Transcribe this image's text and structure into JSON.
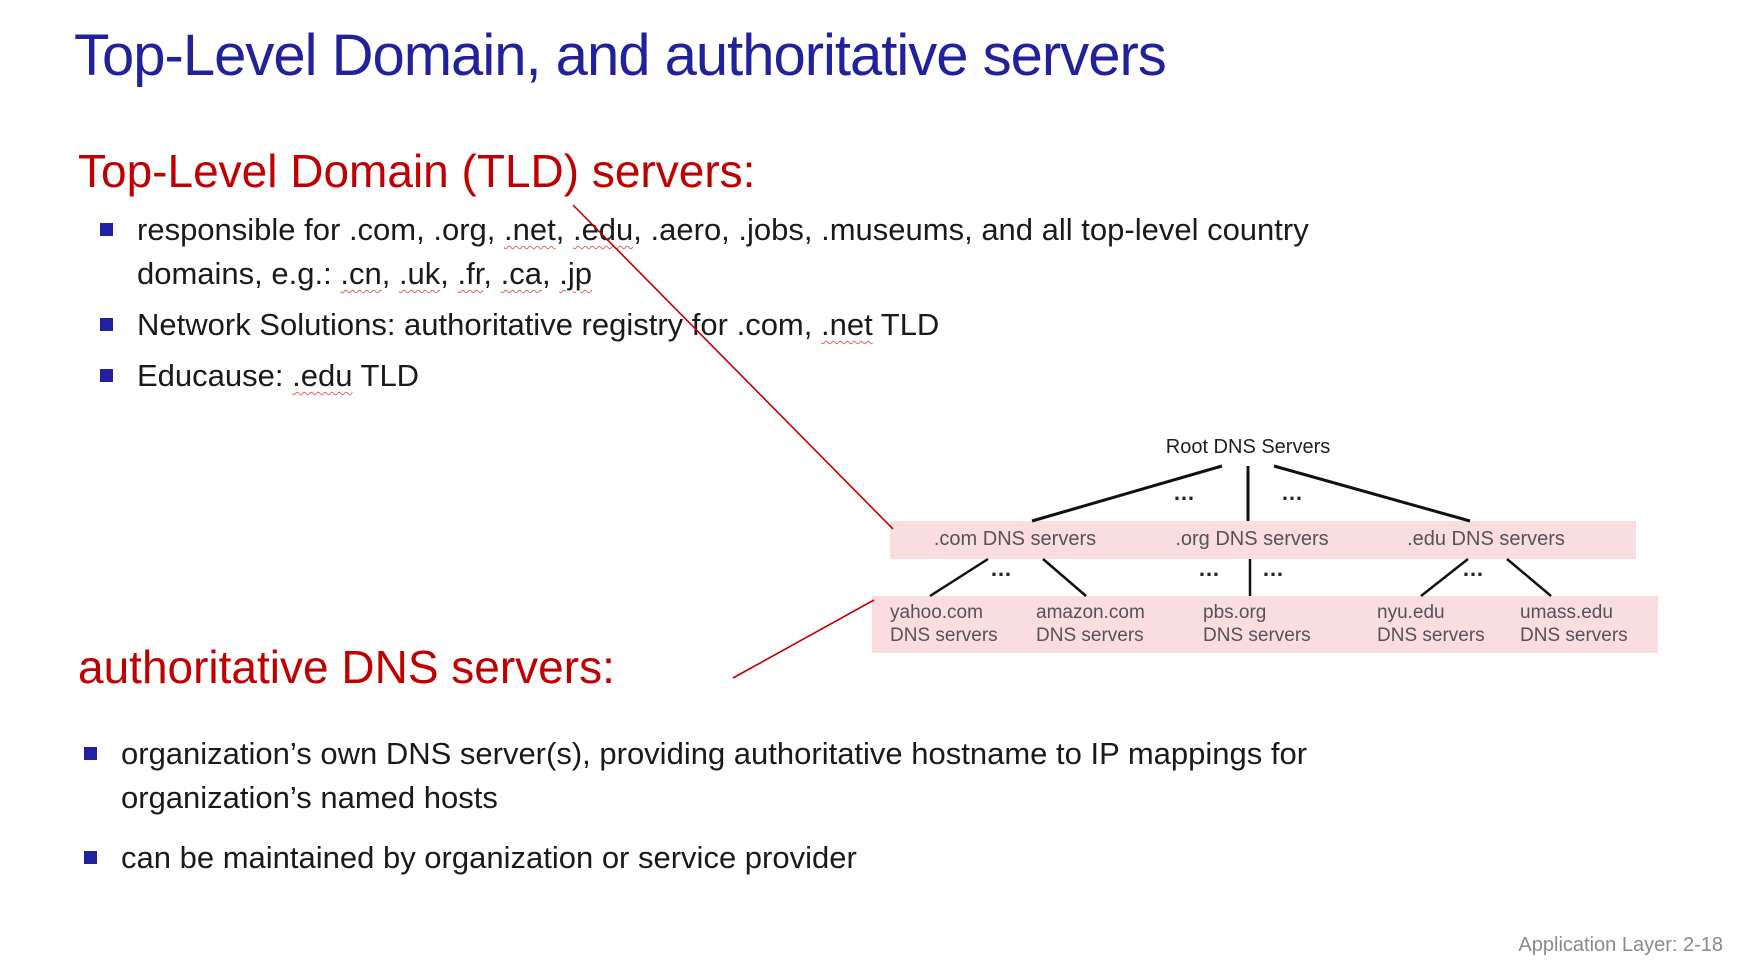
{
  "slide": {
    "title": "Top-Level Domain, and authoritative servers",
    "footer": "Application Layer: 2-18"
  },
  "tld_section": {
    "heading": "Top-Level Domain (TLD) servers:",
    "bullets": [
      {
        "segments": [
          {
            "t": "responsible for .com, .org, "
          },
          {
            "t": ".net",
            "u": true
          },
          {
            "t": ", "
          },
          {
            "t": ".edu",
            "u": true
          },
          {
            "t": ", .aero, .jobs, .museums, and all top-level country domains, e.g.: "
          },
          {
            "t": ".cn",
            "u": true
          },
          {
            "t": ", "
          },
          {
            "t": ".uk",
            "u": true
          },
          {
            "t": ", "
          },
          {
            "t": ".fr",
            "u": true
          },
          {
            "t": ", "
          },
          {
            "t": ".ca",
            "u": true
          },
          {
            "t": ", "
          },
          {
            "t": ".jp",
            "u": true
          }
        ]
      },
      {
        "segments": [
          {
            "t": "Network Solutions: authoritative registry for .com, "
          },
          {
            "t": ".net",
            "u": true
          },
          {
            "t": " TLD"
          }
        ]
      },
      {
        "segments": [
          {
            "t": "Educause: "
          },
          {
            "t": ".edu",
            "u": true
          },
          {
            "t": " TLD"
          }
        ]
      }
    ]
  },
  "auth_section": {
    "heading": "authoritative DNS servers:",
    "bullets": [
      {
        "segments": [
          {
            "t": "organization’s own DNS server(s), providing authoritative hostname to IP mappings for organization’s named hosts"
          }
        ]
      },
      {
        "segments": [
          {
            "t": "can be maintained by organization or service provider"
          }
        ]
      }
    ]
  },
  "diagram": {
    "root_label": "Root DNS Servers",
    "ellipsis": "…",
    "tld_row": [
      ".com DNS servers",
      ".org DNS servers",
      ".edu DNS servers"
    ],
    "auth_row": [
      [
        "yahoo.com",
        "DNS servers"
      ],
      [
        "amazon.com",
        "DNS servers"
      ],
      [
        "pbs.org",
        "DNS servers"
      ],
      [
        "nyu.edu",
        "DNS servers"
      ],
      [
        "umass.edu",
        "DNS servers"
      ]
    ],
    "colors": {
      "band_fill": "#FADDE0",
      "band_text": "#57505A",
      "tree_line": "#111111",
      "callout_line": "#C00000",
      "title_blue": "#21219C",
      "heading_red": "#C00000",
      "bullet_square": "#2121A0",
      "squiggle_red": "#d96464"
    }
  }
}
